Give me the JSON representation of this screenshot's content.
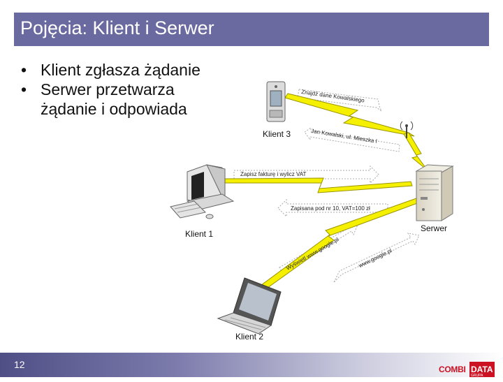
{
  "slide": {
    "title": "Pojęcia: Klient i Serwer",
    "page_number": "12"
  },
  "bullets": [
    {
      "marker": "•",
      "text": "Klient zgłasza żądanie"
    },
    {
      "marker": "•",
      "text": "Serwer przetwarza"
    },
    {
      "marker": "",
      "text": "żądanie i odpowiada"
    }
  ],
  "diagram": {
    "nodes": {
      "client3": "Klient 3",
      "client1": "Klient 1",
      "client2": "Klient 2",
      "server": "Serwer"
    },
    "messages": {
      "m1": "Znajdź dane Kowalskiego",
      "m2": "Jan Kowalski, ul. Mieszka I",
      "m3": "Zapisz fakturę i wylicz VAT",
      "m4": "Zapisana pod nr 10, VAT=100 zł",
      "m5": "Wyświetl www.google.pl",
      "m6": "www.google.pl"
    },
    "colors": {
      "lightning": "#f5f000",
      "lightning_stroke": "#9a9400",
      "arrow": "#bbbbbb"
    }
  },
  "logo": {
    "part1": "COMBI",
    "part2": "DATA",
    "subtitle": "GRUPA ASSECO"
  }
}
